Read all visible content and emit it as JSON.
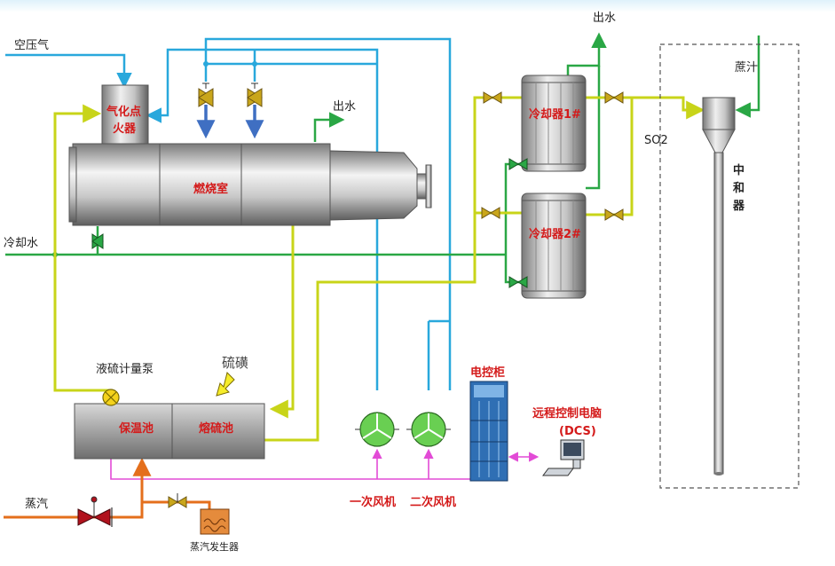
{
  "labels": {
    "compressed_air": "空压气",
    "gasify_igniter": "气化点",
    "gasify_igniter_2": "火器",
    "combustion_chamber": "燃烧室",
    "water_out_1": "出水",
    "water_out_2": "出水",
    "cooler_1": "冷却器1#",
    "cooler_2": "冷却器2#",
    "cooling_water": "冷却水",
    "so2": "SO2",
    "cane_juice": "蔗汁",
    "neutralizer": [
      "中",
      "和",
      "器"
    ],
    "sulfur_pump": "液硫计量泵",
    "sulfur": "硫磺",
    "insulation_pool": "保温池",
    "melting_pool": "熔硫池",
    "control_cabinet": "电控柜",
    "remote_pc": "远程控制电脑",
    "dcs": "(DCS)",
    "primary_fan": "一次风机",
    "secondary_fan": "二次风机",
    "steam": "蒸汽",
    "steam_generator": "蒸汽发生器"
  },
  "colors": {
    "air_line": "#29a8dc",
    "sulfur_line": "#c8d419",
    "water_line": "#2aa745",
    "steam_line": "#e46f1c",
    "signal_line": "#e24bd6",
    "valve": "#c9a61b",
    "red_label": "#d41a1a",
    "cabinet": "#2f6fb4"
  }
}
